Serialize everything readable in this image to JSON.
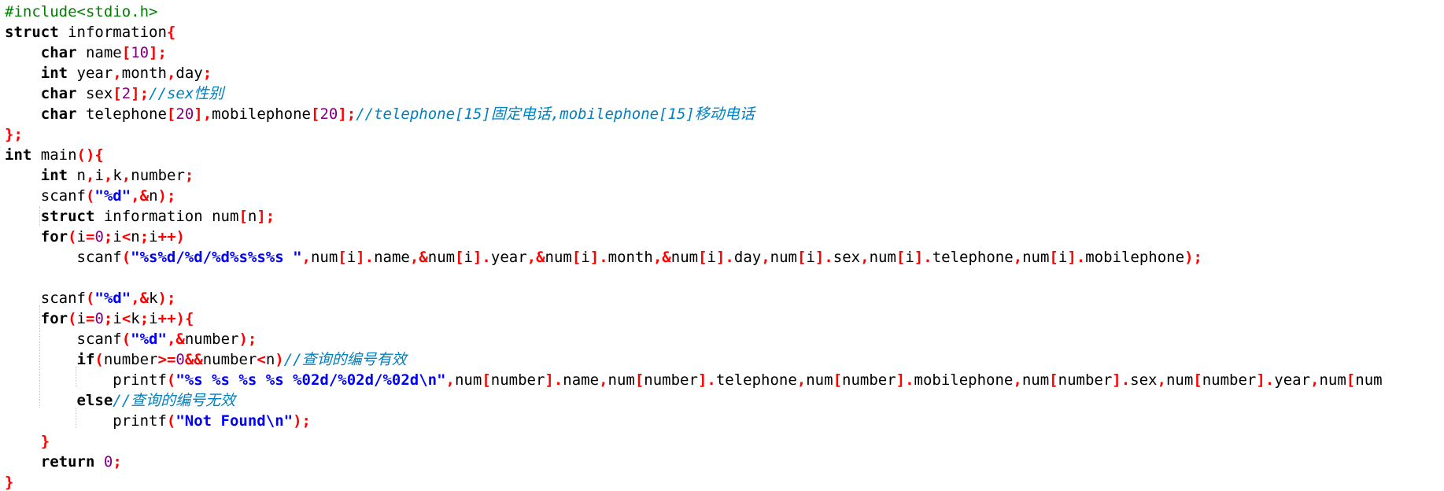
{
  "editor": {
    "lines": [
      [
        [
          "pp",
          "#include<stdio.h>"
        ]
      ],
      [
        [
          "kw",
          "struct"
        ],
        [
          "id",
          " information"
        ],
        [
          "punct",
          "{"
        ]
      ],
      [
        [
          "id",
          "    "
        ],
        [
          "kw",
          "char"
        ],
        [
          "id",
          " name"
        ],
        [
          "punct",
          "["
        ],
        [
          "num",
          "10"
        ],
        [
          "punct",
          "];"
        ]
      ],
      [
        [
          "id",
          "    "
        ],
        [
          "kw",
          "int"
        ],
        [
          "id",
          " year"
        ],
        [
          "punct",
          ","
        ],
        [
          "id",
          "month"
        ],
        [
          "punct",
          ","
        ],
        [
          "id",
          "day"
        ],
        [
          "punct",
          ";"
        ]
      ],
      [
        [
          "id",
          "    "
        ],
        [
          "kw",
          "char"
        ],
        [
          "id",
          " sex"
        ],
        [
          "punct",
          "["
        ],
        [
          "num",
          "2"
        ],
        [
          "punct",
          "];"
        ],
        [
          "cmt",
          "//sex性别"
        ]
      ],
      [
        [
          "id",
          "    "
        ],
        [
          "kw",
          "char"
        ],
        [
          "id",
          " telephone"
        ],
        [
          "punct",
          "["
        ],
        [
          "num",
          "20"
        ],
        [
          "punct",
          "],"
        ],
        [
          "id",
          "mobilephone"
        ],
        [
          "punct",
          "["
        ],
        [
          "num",
          "20"
        ],
        [
          "punct",
          "];"
        ],
        [
          "cmt",
          "//telephone[15]固定电话,mobilephone[15]移动电话"
        ]
      ],
      [
        [
          "punct",
          "};"
        ]
      ],
      [
        [
          "kw",
          "int"
        ],
        [
          "id",
          " main"
        ],
        [
          "punct",
          "(){"
        ]
      ],
      [
        [
          "id",
          "    "
        ],
        [
          "kw",
          "int"
        ],
        [
          "id",
          " n"
        ],
        [
          "punct",
          ","
        ],
        [
          "id",
          "i"
        ],
        [
          "punct",
          ","
        ],
        [
          "id",
          "k"
        ],
        [
          "punct",
          ","
        ],
        [
          "id",
          "number"
        ],
        [
          "punct",
          ";"
        ]
      ],
      [
        [
          "id",
          "    scanf"
        ],
        [
          "punct",
          "("
        ],
        [
          "str",
          "\"%d\""
        ],
        [
          "punct",
          ",&"
        ],
        [
          "id",
          "n"
        ],
        [
          "punct",
          ");"
        ]
      ],
      [
        [
          "id",
          "    "
        ],
        [
          "kw",
          "struct"
        ],
        [
          "id",
          " information num"
        ],
        [
          "punct",
          "["
        ],
        [
          "id",
          "n"
        ],
        [
          "punct",
          "];"
        ]
      ],
      [
        [
          "id",
          "    "
        ],
        [
          "kw",
          "for"
        ],
        [
          "punct",
          "("
        ],
        [
          "id",
          "i"
        ],
        [
          "punct",
          "="
        ],
        [
          "num",
          "0"
        ],
        [
          "punct",
          ";"
        ],
        [
          "id",
          "i"
        ],
        [
          "punct",
          "<"
        ],
        [
          "id",
          "n"
        ],
        [
          "punct",
          ";"
        ],
        [
          "id",
          "i"
        ],
        [
          "punct",
          "++)"
        ]
      ],
      [
        [
          "id",
          "        scanf"
        ],
        [
          "punct",
          "("
        ],
        [
          "str",
          "\"%s%d/%d/%d%s%s%s \""
        ],
        [
          "punct",
          ","
        ],
        [
          "id",
          "num"
        ],
        [
          "punct",
          "["
        ],
        [
          "id",
          "i"
        ],
        [
          "punct",
          "]."
        ],
        [
          "id",
          "name"
        ],
        [
          "punct",
          ",&"
        ],
        [
          "id",
          "num"
        ],
        [
          "punct",
          "["
        ],
        [
          "id",
          "i"
        ],
        [
          "punct",
          "]."
        ],
        [
          "id",
          "year"
        ],
        [
          "punct",
          ",&"
        ],
        [
          "id",
          "num"
        ],
        [
          "punct",
          "["
        ],
        [
          "id",
          "i"
        ],
        [
          "punct",
          "]."
        ],
        [
          "id",
          "month"
        ],
        [
          "punct",
          ",&"
        ],
        [
          "id",
          "num"
        ],
        [
          "punct",
          "["
        ],
        [
          "id",
          "i"
        ],
        [
          "punct",
          "]."
        ],
        [
          "id",
          "day"
        ],
        [
          "punct",
          ","
        ],
        [
          "id",
          "num"
        ],
        [
          "punct",
          "["
        ],
        [
          "id",
          "i"
        ],
        [
          "punct",
          "]."
        ],
        [
          "id",
          "sex"
        ],
        [
          "punct",
          ","
        ],
        [
          "id",
          "num"
        ],
        [
          "punct",
          "["
        ],
        [
          "id",
          "i"
        ],
        [
          "punct",
          "]."
        ],
        [
          "id",
          "telephone"
        ],
        [
          "punct",
          ","
        ],
        [
          "id",
          "num"
        ],
        [
          "punct",
          "["
        ],
        [
          "id",
          "i"
        ],
        [
          "punct",
          "]."
        ],
        [
          "id",
          "mobilephone"
        ],
        [
          "punct",
          ");"
        ]
      ],
      [],
      [
        [
          "id",
          "    scanf"
        ],
        [
          "punct",
          "("
        ],
        [
          "str",
          "\"%d\""
        ],
        [
          "punct",
          ",&"
        ],
        [
          "id",
          "k"
        ],
        [
          "punct",
          ");"
        ]
      ],
      [
        [
          "id",
          "    "
        ],
        [
          "kw",
          "for"
        ],
        [
          "punct",
          "("
        ],
        [
          "id",
          "i"
        ],
        [
          "punct",
          "="
        ],
        [
          "num",
          "0"
        ],
        [
          "punct",
          ";"
        ],
        [
          "id",
          "i"
        ],
        [
          "punct",
          "<"
        ],
        [
          "id",
          "k"
        ],
        [
          "punct",
          ";"
        ],
        [
          "id",
          "i"
        ],
        [
          "punct",
          "++){"
        ]
      ],
      [
        [
          "id",
          "        scanf"
        ],
        [
          "punct",
          "("
        ],
        [
          "str",
          "\"%d\""
        ],
        [
          "punct",
          ",&"
        ],
        [
          "id",
          "number"
        ],
        [
          "punct",
          ");"
        ]
      ],
      [
        [
          "id",
          "        "
        ],
        [
          "kw",
          "if"
        ],
        [
          "punct",
          "("
        ],
        [
          "id",
          "number"
        ],
        [
          "punct",
          ">="
        ],
        [
          "num",
          "0"
        ],
        [
          "punct",
          "&&"
        ],
        [
          "id",
          "number"
        ],
        [
          "punct",
          "<"
        ],
        [
          "id",
          "n"
        ],
        [
          "punct",
          ")"
        ],
        [
          "cmt",
          "//查询的编号有效"
        ]
      ],
      [
        [
          "id",
          "            printf"
        ],
        [
          "punct",
          "("
        ],
        [
          "str",
          "\"%s %s %s %s %02d/%02d/%02d\\n\""
        ],
        [
          "punct",
          ","
        ],
        [
          "id",
          "num"
        ],
        [
          "punct",
          "["
        ],
        [
          "id",
          "number"
        ],
        [
          "punct",
          "]."
        ],
        [
          "id",
          "name"
        ],
        [
          "punct",
          ","
        ],
        [
          "id",
          "num"
        ],
        [
          "punct",
          "["
        ],
        [
          "id",
          "number"
        ],
        [
          "punct",
          "]."
        ],
        [
          "id",
          "telephone"
        ],
        [
          "punct",
          ","
        ],
        [
          "id",
          "num"
        ],
        [
          "punct",
          "["
        ],
        [
          "id",
          "number"
        ],
        [
          "punct",
          "]."
        ],
        [
          "id",
          "mobilephone"
        ],
        [
          "punct",
          ","
        ],
        [
          "id",
          "num"
        ],
        [
          "punct",
          "["
        ],
        [
          "id",
          "number"
        ],
        [
          "punct",
          "]."
        ],
        [
          "id",
          "sex"
        ],
        [
          "punct",
          ","
        ],
        [
          "id",
          "num"
        ],
        [
          "punct",
          "["
        ],
        [
          "id",
          "number"
        ],
        [
          "punct",
          "]."
        ],
        [
          "id",
          "year"
        ],
        [
          "punct",
          ","
        ],
        [
          "id",
          "num"
        ],
        [
          "punct",
          "["
        ],
        [
          "id",
          "num"
        ]
      ],
      [
        [
          "id",
          "        "
        ],
        [
          "kw",
          "else"
        ],
        [
          "cmt",
          "//查询的编号无效"
        ]
      ],
      [
        [
          "id",
          "            printf"
        ],
        [
          "punct",
          "("
        ],
        [
          "str",
          "\"Not Found\\n\""
        ],
        [
          "punct",
          ");"
        ]
      ],
      [
        [
          "id",
          "    "
        ],
        [
          "punct",
          "}"
        ]
      ],
      [
        [
          "id",
          "    "
        ],
        [
          "kw",
          "return"
        ],
        [
          "id",
          " "
        ],
        [
          "num",
          "0"
        ],
        [
          "punct",
          ";"
        ]
      ],
      [
        [
          "punct",
          "}"
        ]
      ]
    ]
  }
}
